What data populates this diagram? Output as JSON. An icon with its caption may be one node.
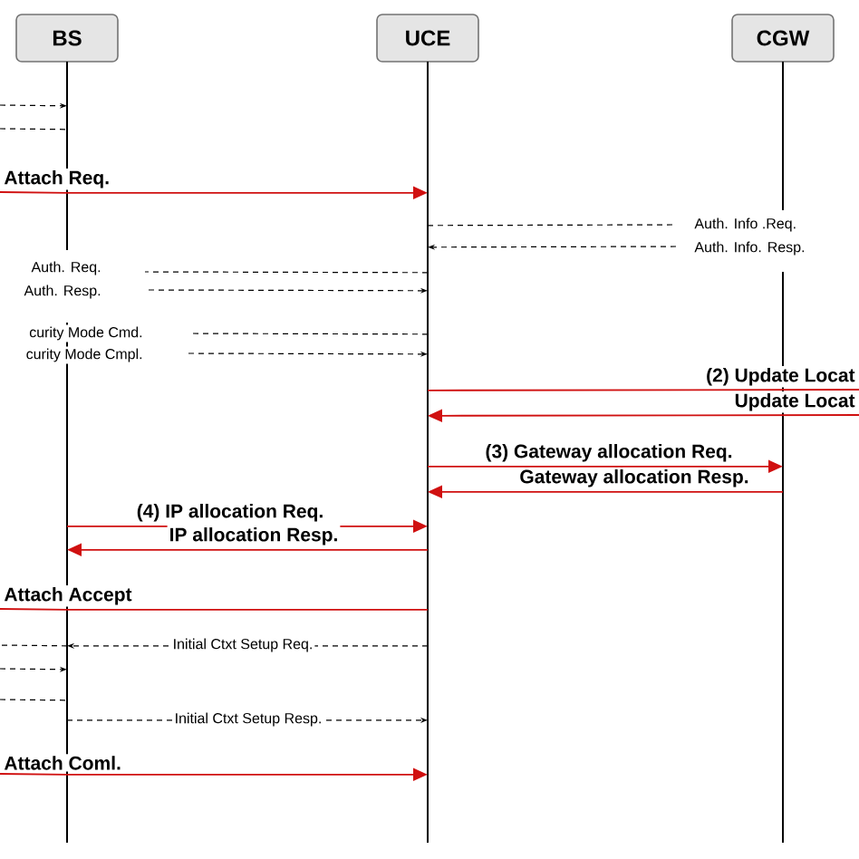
{
  "diagram": {
    "nodes": [
      {
        "text": [
          "BS"
        ]
      },
      {
        "text": [
          "UCE"
        ]
      },
      {
        "text": [
          "CGW"
        ]
      }
    ],
    "edges": [
      {
        "from": null,
        "to": 0,
        "arrow": "to",
        "style": "dashed"
      },
      {
        "from": null,
        "to": 0,
        "arrow": "none",
        "style": "dashed"
      },
      {
        "from": null,
        "to": 0,
        "arrow": "none",
        "label": "Attach Req.",
        "color": "#d01010"
      },
      {
        "from": 0,
        "to": 1,
        "arrow": "to",
        "color": "#d01010"
      },
      {
        "from": 1,
        "to": null,
        "arrow": "none",
        "label": "Auth. Info .Req.",
        "style": "dashed"
      },
      {
        "from": null,
        "to": 1,
        "arrow": "to",
        "label": "Auth. Info. Resp.",
        "style": "dashed"
      },
      {
        "from": 1,
        "to": null,
        "arrow": "none",
        "label": "Auth. Req.",
        "style": "dashed"
      },
      {
        "from": null,
        "to": 1,
        "arrow": "to",
        "label": "Auth. Resp.",
        "style": "dashed"
      },
      {
        "from": 1,
        "to": null,
        "arrow": "none",
        "label": "curity Mode Cmd.",
        "style": "dashed"
      },
      {
        "from": null,
        "to": 1,
        "arrow": "to",
        "label": "curity Mode Cmpl.",
        "style": "dashed"
      },
      {
        "from": 1,
        "to": null,
        "arrow": "none",
        "label": "(2) Update Locat",
        "color": "#d01010"
      },
      {
        "from": null,
        "to": 1,
        "arrow": "to",
        "label": "Update Locat",
        "color": "#d01010"
      },
      {
        "from": 1,
        "to": 2,
        "arrow": "to",
        "label": "(3) Gateway allocation Req.",
        "color": "#d01010"
      },
      {
        "from": 2,
        "to": 1,
        "arrow": "to",
        "label": "Gateway allocation Resp.",
        "color": "#d01010"
      },
      {
        "from": 0,
        "to": 1,
        "arrow": "to",
        "label": "(4) IP allocation Req.",
        "color": "#d01010"
      },
      {
        "from": 1,
        "to": 0,
        "arrow": "to",
        "label": "IP allocation Resp.",
        "color": "#d01010"
      },
      {
        "from": 1,
        "to": 0,
        "arrow": "none",
        "color": "#d01010"
      },
      {
        "from": 0,
        "to": null,
        "arrow": "none",
        "label": "Attach Accept",
        "color": "#d01010"
      },
      {
        "from": 1,
        "to": 0,
        "arrow": "to",
        "label": "Initial Ctxt Setup Req.",
        "style": "dashed"
      },
      {
        "from": 0,
        "to": null,
        "arrow": "none",
        "style": "dashed"
      },
      {
        "from": null,
        "to": 0,
        "arrow": "to",
        "style": "dashed"
      },
      {
        "from": null,
        "to": 0,
        "arrow": "none",
        "style": "dashed"
      },
      {
        "from": 0,
        "to": 1,
        "arrow": "to",
        "label": "Initial Ctxt Setup Resp.",
        "style": "dashed"
      },
      {
        "from": null,
        "to": 0,
        "arrow": "none",
        "label": "Attach Coml.",
        "color": "#d01010"
      },
      {
        "from": 0,
        "to": 1,
        "arrow": "to",
        "color": "#d01010"
      }
    ]
  }
}
